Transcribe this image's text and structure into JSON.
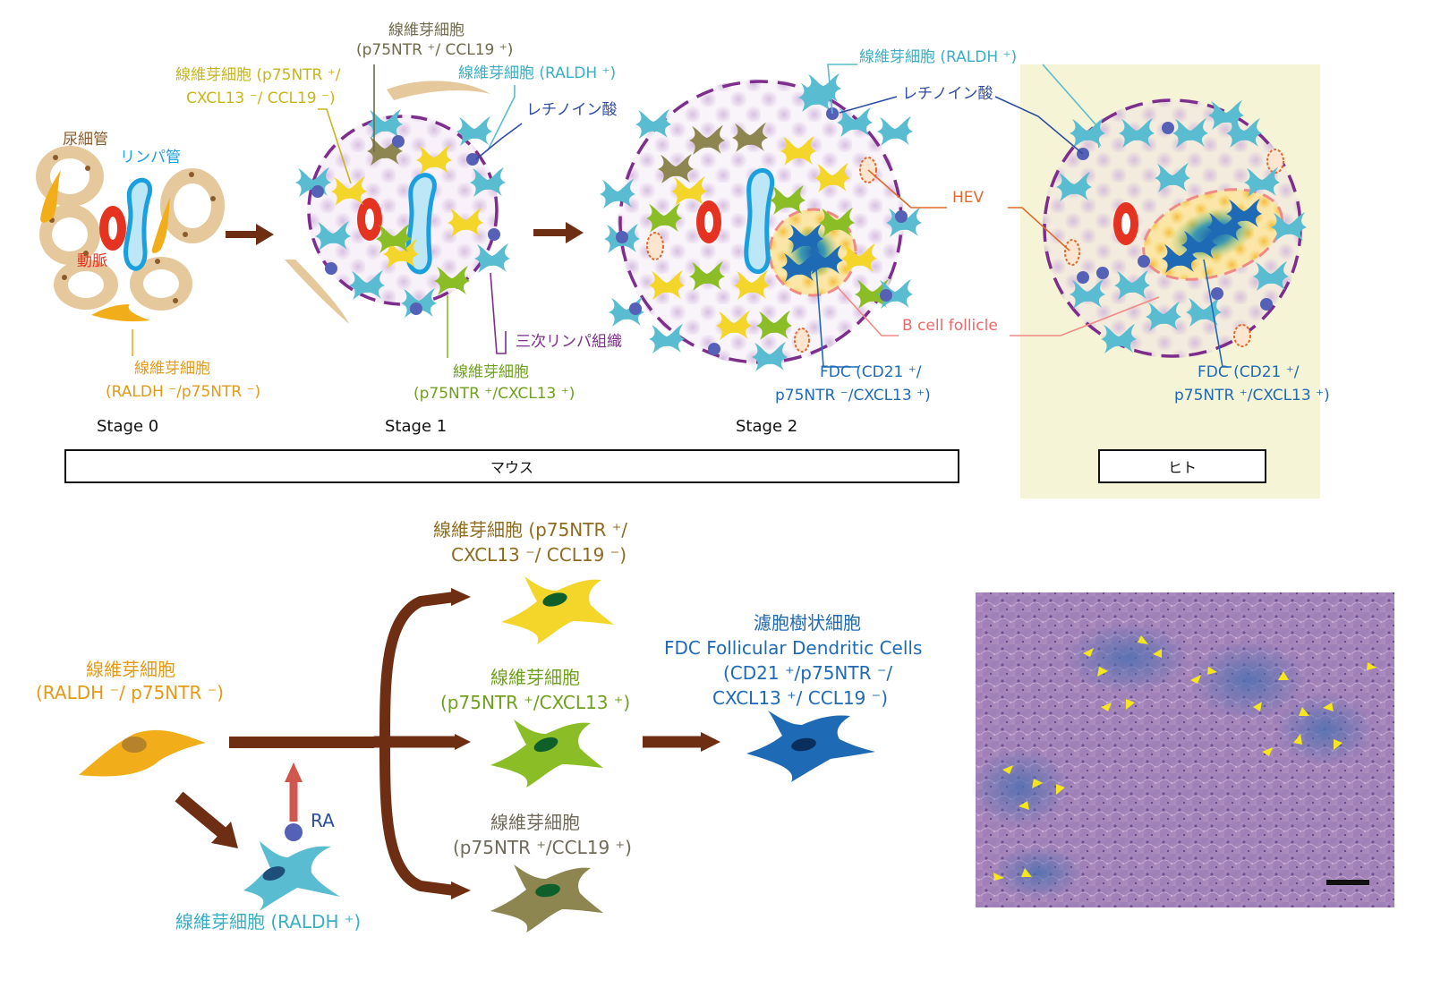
{
  "colors": {
    "fib_orange": "#f2ae1a",
    "fib_yellow": "#f4d62b",
    "fib_green": "#8bbd27",
    "fib_olive": "#8d8650",
    "fib_cyan": "#59bcd1",
    "fdc_blue": "#1f6ab5",
    "ra_dot": "#5560b7",
    "lymph": "#1a9fdf",
    "artery": "#e53322",
    "tissue_border": "#7d2d8c",
    "hev": "#e06a2e",
    "follicle": "#f08a86",
    "arrow": "#6e2e14",
    "human_bg": "#f6f4d6"
  },
  "top": {
    "stage0": {
      "tubule_label": "尿細管",
      "lymph_label": "リンパ管",
      "artery_label": "動脈",
      "fib_label_l1": "線維芽細胞",
      "fib_label_l2": "(RALDH ⁻/p75NTR ⁻)",
      "stage": "Stage 0"
    },
    "stage1": {
      "fib_olive_l1": "線維芽細胞",
      "fib_olive_l2": "(p75NTR ⁺/ CCL19 ⁺)",
      "fib_yellow_l1": "線維芽細胞 (p75NTR ⁺/",
      "fib_yellow_l2": "CXCL13 ⁻/ CCL19 ⁻)",
      "fib_cyan": "線維芽細胞 (RALDH ⁺)",
      "retinoic": "レチノイン酸",
      "tertiary": "三次リンパ組織",
      "fib_green_l1": "線維芽細胞",
      "fib_green_l2": "(p75NTR ⁺/CXCL13 ⁺)",
      "stage": "Stage 1"
    },
    "stage2": {
      "fib_cyan": "線維芽細胞 (RALDH ⁺)",
      "retinoic": "レチノイン酸",
      "hev": "HEV",
      "bcell": "B cell follicle",
      "fdc_l1": "FDC (CD21 ⁺/",
      "fdc_l2": "p75NTR ⁻/CXCL13 ⁺)",
      "stage": "Stage 2"
    },
    "human": {
      "fdc_l1": "FDC (CD21 ⁺/",
      "fdc_l2": "p75NTR ⁺/CXCL13 ⁺)"
    },
    "mouse_box": "マウス",
    "human_box": "ヒト"
  },
  "bottom": {
    "source_l1": "線維芽細胞",
    "source_l2": "(RALDH ⁻/ p75NTR ⁻)",
    "ra": "RA",
    "raldh_label": "線維芽細胞 (RALDH ⁺)",
    "yellow_l1": "線維芽細胞 (p75NTR ⁺/",
    "yellow_l2": "CXCL13 ⁻/ CCL19 ⁻)",
    "green_l1": "線維芽細胞",
    "green_l2": "(p75NTR ⁺/CXCL13 ⁺)",
    "olive_l1": "線維芽細胞",
    "olive_l2": "(p75NTR ⁺/CCL19 ⁺)",
    "fdc_l1": "濾胞樹状細胞",
    "fdc_l2": "FDC Follicular Dendritic Cells",
    "fdc_l3": "(CD21 ⁺/p75NTR ⁻/",
    "fdc_l4": "CXCL13 ⁺/ CCL19 ⁻)"
  }
}
